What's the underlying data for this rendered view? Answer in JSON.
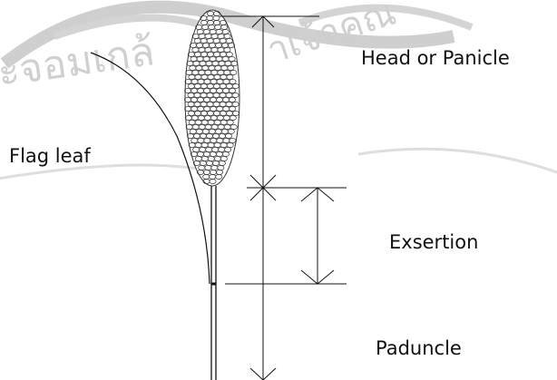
{
  "labels": {
    "head": "Head or Panicle",
    "flag_leaf": "Flag leaf",
    "exsertion": "Exsertion",
    "peduncle": "Paduncle"
  },
  "colors": {
    "line": "#111111",
    "grain": "#333333",
    "watermark": "#c8c8c8"
  },
  "icons": {
    "watermark": "university-seal-watermark"
  }
}
